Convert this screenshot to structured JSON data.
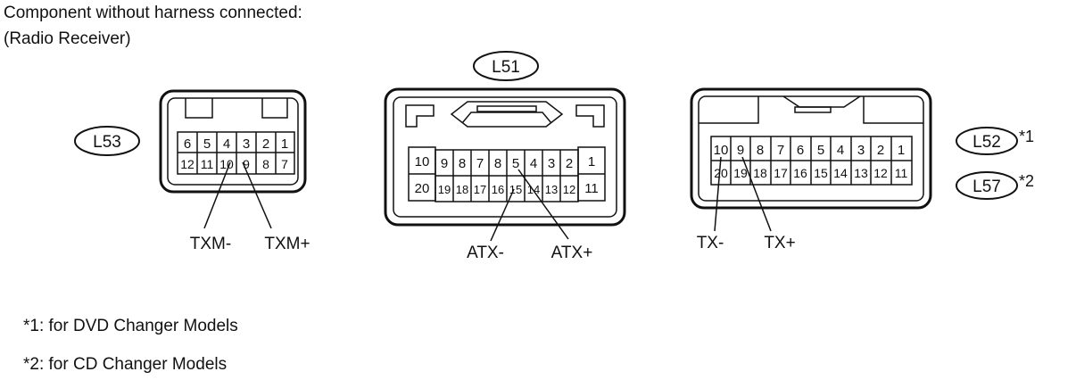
{
  "header": {
    "line1": "Component without harness connected:",
    "line2": "(Radio Receiver)"
  },
  "connectors": {
    "l53": {
      "label": "L53",
      "pins_top": [
        "6",
        "5",
        "4",
        "3",
        "2",
        "1"
      ],
      "pins_bottom": [
        "12",
        "11",
        "10",
        "9",
        "8",
        "7"
      ],
      "signals": [
        "TXM-",
        "TXM+"
      ]
    },
    "l51": {
      "label": "L51",
      "pins_top_middle": [
        "9",
        "8",
        "7",
        "8",
        "5",
        "4",
        "3",
        "2"
      ],
      "pins_bottom_middle": [
        "19",
        "18",
        "17",
        "16",
        "15",
        "14",
        "13",
        "12"
      ],
      "pins_left": [
        "10",
        "20"
      ],
      "pins_right": [
        "1",
        "11"
      ],
      "signals": [
        "ATX-",
        "ATX+"
      ]
    },
    "l52_l57": {
      "label_a": "L52",
      "mark_a": "*1",
      "label_b": "L57",
      "mark_b": "*2",
      "pins_top": [
        "10",
        "9",
        "8",
        "7",
        "6",
        "5",
        "4",
        "3",
        "2",
        "1"
      ],
      "pins_bottom": [
        "20",
        "19",
        "18",
        "17",
        "16",
        "15",
        "14",
        "13",
        "12",
        "11"
      ],
      "signals": [
        "TX-",
        "TX+"
      ]
    }
  },
  "notes": {
    "note1": "*1: for DVD Changer Models",
    "note2": "*2: for CD Changer Models"
  }
}
